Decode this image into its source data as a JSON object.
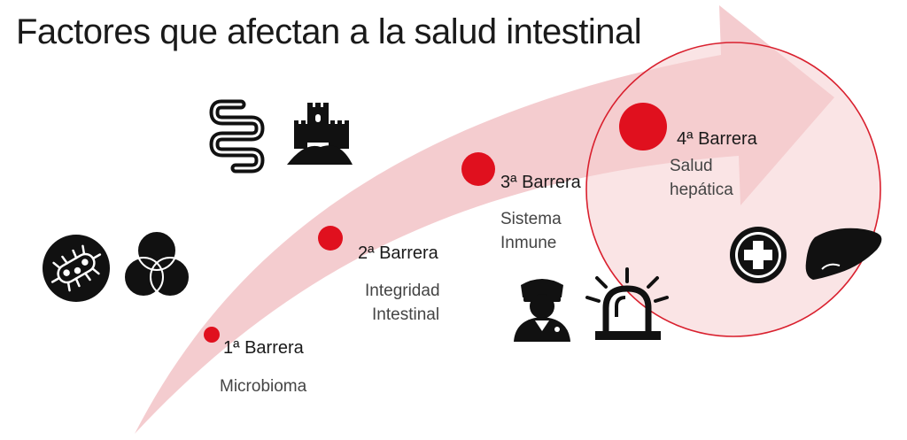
{
  "title": "Factores que afectan a la salud intestinal",
  "colors": {
    "dot": "#e0101e",
    "arrow": "#f0b8bc",
    "circle_fill": "#f6cdd0",
    "circle_stroke": "#d9202e",
    "icon": "#111111"
  },
  "barriers": [
    {
      "label": "1ª Barrera",
      "sub": [
        "Microbioma"
      ],
      "icons": [
        "bacteria-icon",
        "venn-diagram-icon"
      ]
    },
    {
      "label": "2ª Barrera",
      "sub": [
        "Integridad",
        "Intestinal"
      ],
      "icons": [
        "intestine-icon",
        "castle-icon"
      ]
    },
    {
      "label": "3ª Barrera",
      "sub": [
        "Sistema",
        "Inmune"
      ],
      "icons": [
        "police-officer-icon",
        "alarm-siren-icon"
      ]
    },
    {
      "label": "4ª Barrera",
      "sub": [
        "Salud",
        "hepática"
      ],
      "icons": [
        "medical-cross-icon",
        "liver-icon"
      ]
    }
  ]
}
